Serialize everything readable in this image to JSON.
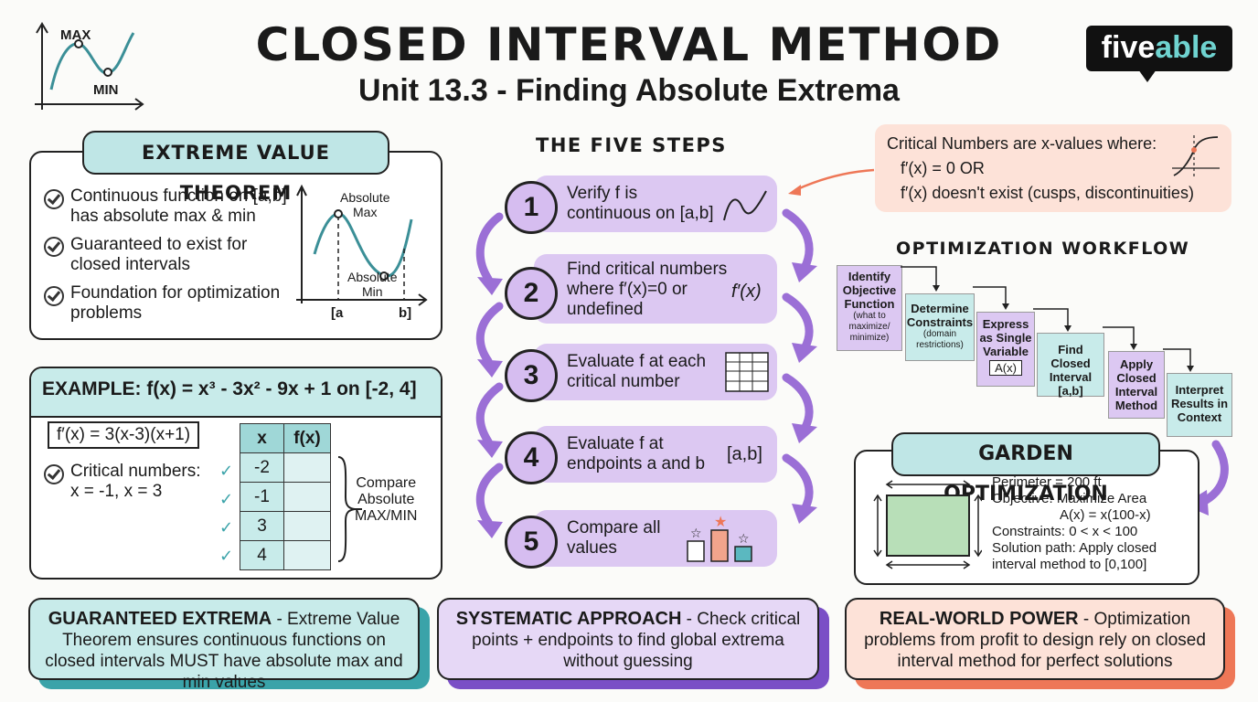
{
  "header": {
    "title": "CLOSED INTERVAL METHOD",
    "subtitle": "Unit 13.3 - Finding Absolute Extrema",
    "logo_part1": "five",
    "logo_part2": "able",
    "corner_max": "MAX",
    "corner_min": "MIN"
  },
  "evt": {
    "heading": "EXTREME VALUE THEOREM",
    "items": [
      [
        "Continuous function on [a,b]",
        "has absolute max & min"
      ],
      [
        "Guaranteed to exist for",
        "closed intervals"
      ],
      [
        "Foundation for optimization",
        "problems"
      ]
    ],
    "graph_max": "Absolute",
    "graph_max2": "Max",
    "graph_min": "Absolute",
    "graph_min2": "Min",
    "graph_a": "[a",
    "graph_b": "b]"
  },
  "example": {
    "heading": "EXAMPLE: f(x) = x³ - 3x² - 9x + 1 on [-2, 4]",
    "derivative": "f′(x) = 3(x-3)(x+1)",
    "critical_label": "Critical numbers:",
    "critical_values": "x = -1, x = 3",
    "table_headers": [
      "x",
      "f(x)"
    ],
    "table_rows": [
      "-2",
      "-1",
      "3",
      "4"
    ],
    "compare": [
      "Compare",
      "Absolute",
      "MAX/MIN"
    ]
  },
  "steps": {
    "heading": "THE FIVE STEPS",
    "items": [
      {
        "num": "1",
        "line1": "Verify f is",
        "line2": "continuous on [a,b]",
        "line3": ""
      },
      {
        "num": "2",
        "line1": "Find critical numbers",
        "line2": "where f′(x)=0 or",
        "line3": "undefined"
      },
      {
        "num": "3",
        "line1": "Evaluate f at each",
        "line2": "critical number",
        "line3": ""
      },
      {
        "num": "4",
        "line1": "Evaluate f at",
        "line2": "endpoints a and b",
        "line3": ""
      },
      {
        "num": "5",
        "line1": "Compare all",
        "line2": "values",
        "line3": ""
      }
    ],
    "icon2_text": "f′(x)",
    "icon4_text": "[a,b]"
  },
  "critical_note": {
    "line1": "Critical Numbers are x-values where:",
    "line2": "f′(x) = 0  OR",
    "line3": "f′(x) doesn't exist (cusps, discontinuities)"
  },
  "workflow": {
    "heading": "OPTIMIZATION WORKFLOW",
    "boxes": [
      {
        "title": "Identify Objective Function",
        "note": "(what to maximize/ minimize)"
      },
      {
        "title": "Determine Constraints",
        "note": "(domain restrictions)"
      },
      {
        "title": "Express as Single Variable",
        "note": "A(x)"
      },
      {
        "title": "Find Closed Interval [a,b]",
        "note": ""
      },
      {
        "title": "Apply Closed Interval Method",
        "note": ""
      },
      {
        "title": "Interpret Results in Context",
        "note": ""
      }
    ]
  },
  "garden": {
    "heading": "GARDEN OPTIMIZATION",
    "lines": [
      "Perimeter = 200 ft",
      "Objective: Maximize Area",
      "A(x) = x(100-x)",
      "Constraints: 0 < x < 100",
      "Solution path: Apply closed",
      "interval method to [0,100]"
    ]
  },
  "bottom": [
    {
      "bold": "GUARANTEED EXTREMA",
      "text": " - Extreme Value Theorem ensures continuous functions on closed intervals MUST have absolute max and min values",
      "bg": "#c8ebea",
      "shadow": "#3aa3a9"
    },
    {
      "bold": "SYSTEMATIC APPROACH",
      "text": " - Check critical points + endpoints to find global extrema without guessing",
      "bg": "#e6d8f6",
      "shadow": "#7a4fc6"
    },
    {
      "bold": "REAL-WORLD POWER",
      "text": " - Optimization problems from profit to design rely on closed interval method for perfect solutions",
      "bg": "#fde2d8",
      "shadow": "#ee7757"
    }
  ]
}
